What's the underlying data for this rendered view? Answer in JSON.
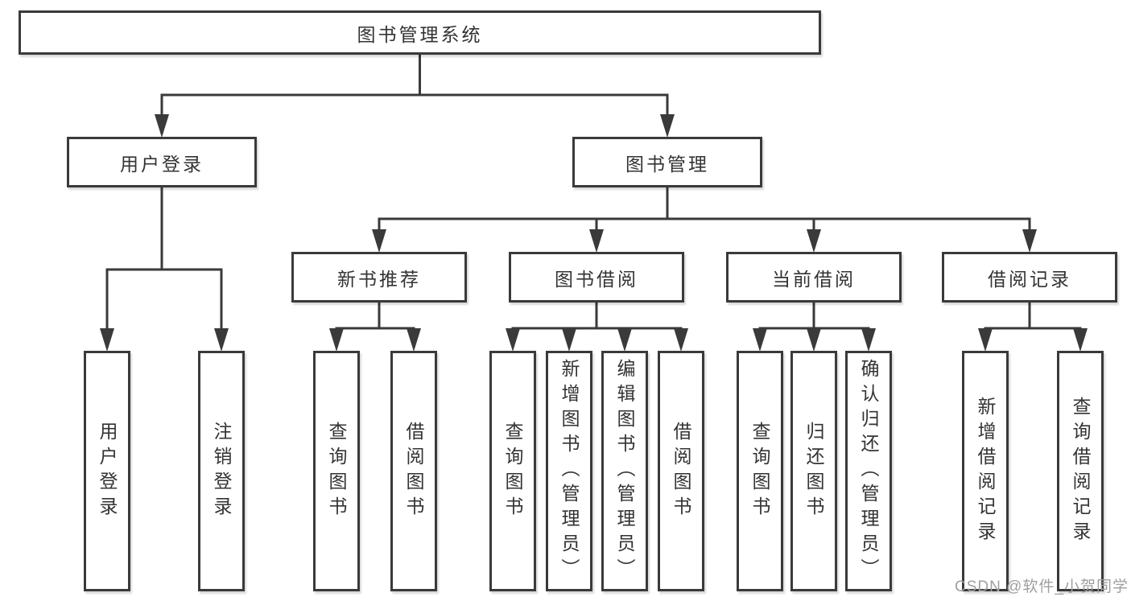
{
  "diagram": {
    "type": "hierarchy-tree",
    "title": "图书管理系统"
  },
  "nodes": {
    "root": "图书管理系统",
    "user_login_group": "用户登录",
    "book_management": "图书管理",
    "new_book_recommend": "新书推荐",
    "book_borrowing": "图书借阅",
    "current_borrowing": "当前借阅",
    "borrowing_records": "借阅记录",
    "leaf_user_login": "用户登录",
    "leaf_logout": "注销登录",
    "leaf_query_books_1": "查询图书",
    "leaf_borrow_books_1": "借阅图书",
    "leaf_query_books_2": "查询图书",
    "leaf_add_book_admin": "新增图书（管理员）",
    "leaf_edit_book_admin": "编辑图书（管理员）",
    "leaf_borrow_books_2": "借阅图书",
    "leaf_query_books_3": "查询图书",
    "leaf_return_book": "归还图书",
    "leaf_confirm_return_admin": "确认归还（管理员）",
    "leaf_add_borrow_record": "新增借阅记录",
    "leaf_query_borrow_record": "查询借阅记录"
  },
  "hierarchy": {
    "label": "图书管理系统",
    "children": [
      {
        "label": "用户登录",
        "children": [
          {
            "label": "用户登录"
          },
          {
            "label": "注销登录"
          }
        ]
      },
      {
        "label": "图书管理",
        "children": [
          {
            "label": "新书推荐",
            "children": [
              {
                "label": "查询图书"
              },
              {
                "label": "借阅图书"
              }
            ]
          },
          {
            "label": "图书借阅",
            "children": [
              {
                "label": "查询图书"
              },
              {
                "label": "新增图书（管理员）"
              },
              {
                "label": "编辑图书（管理员）"
              },
              {
                "label": "借阅图书"
              }
            ]
          },
          {
            "label": "当前借阅",
            "children": [
              {
                "label": "查询图书"
              },
              {
                "label": "归还图书"
              },
              {
                "label": "确认归还（管理员）"
              }
            ]
          },
          {
            "label": "借阅记录",
            "children": [
              {
                "label": "新增借阅记录"
              },
              {
                "label": "查询借阅记录"
              }
            ]
          }
        ]
      }
    ]
  },
  "watermark": "CSDN @软件_小贺同学",
  "colors": {
    "line": "#3a3a3a",
    "box_border": "#3a3a3a",
    "text": "#333333",
    "watermark": "#9f9f9f",
    "background": "#ffffff"
  }
}
